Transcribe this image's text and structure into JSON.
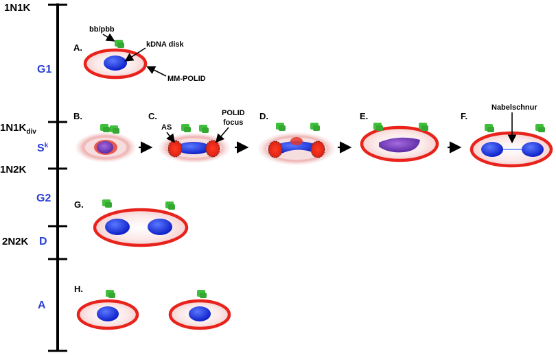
{
  "axis_labels": {
    "n1k_top": "1N1K",
    "n1k_div_main": "1N1K",
    "n1k_div_sub": "div",
    "n1n2k": "1N2K",
    "n2n2k": "2N2K"
  },
  "phase_labels": {
    "g1": "G1",
    "s_main": "S",
    "s_sup": "k",
    "g2": "G2",
    "d": "D",
    "a": "A"
  },
  "panel_letters": {
    "a": "A.",
    "b": "B.",
    "c": "C.",
    "d": "D.",
    "e": "E.",
    "f": "F.",
    "g": "G.",
    "h": "H."
  },
  "annotations": {
    "bb_pbb": "bb/pbb",
    "kdna_disk": "kDNA disk",
    "mm_polid": "MM-POLID",
    "as": "AS",
    "polid_line1": "POLID",
    "polid_line2": "focus",
    "nabelschnur": "Nabelschnur"
  },
  "colors": {
    "axis": "#000000",
    "phase_text": "#2a3fd6",
    "membrane_red": "#e8231b",
    "kdna_blue": "#1b2fe0",
    "basal_body_green": "#3fbf3a",
    "polid_purple": "#7b3fb8"
  }
}
